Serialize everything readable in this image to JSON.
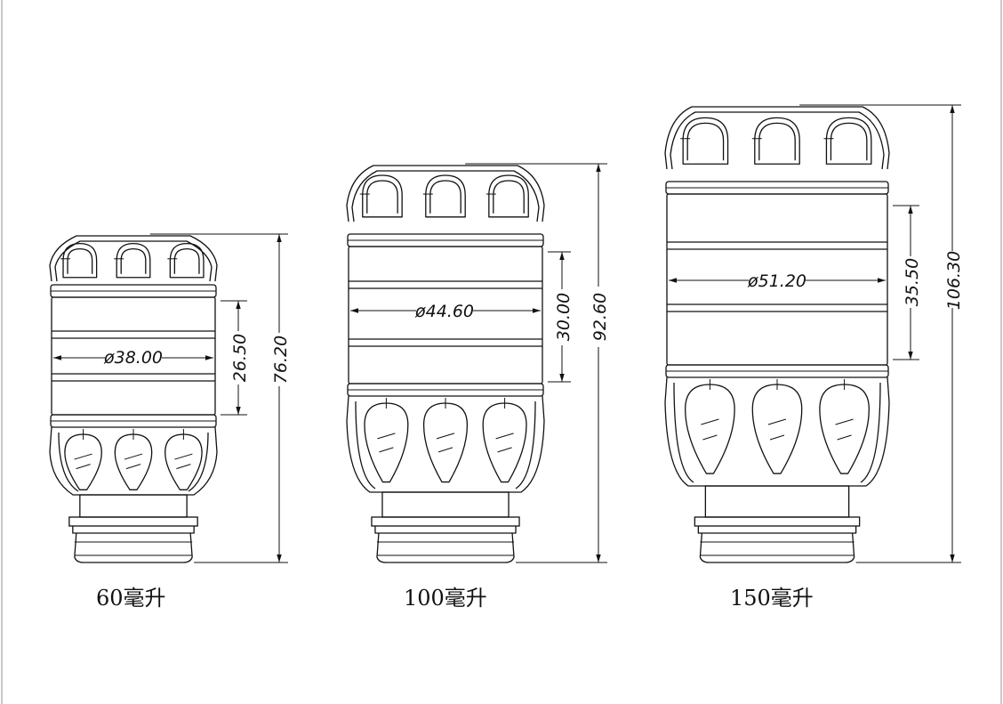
{
  "bottles": [
    {
      "caption": "60毫升",
      "diameter": "ø38.00",
      "band_height": "26.50",
      "total_height": "76.20"
    },
    {
      "caption": "100毫升",
      "diameter": "ø44.60",
      "band_height": "30.00",
      "total_height": "92.60"
    },
    {
      "caption": "150毫升",
      "diameter": "ø51.20",
      "band_height": "35.50",
      "total_height": "106.30"
    }
  ],
  "colors": {
    "line": "#111111",
    "background": "#ffffff",
    "border": "#c8c8c8"
  }
}
